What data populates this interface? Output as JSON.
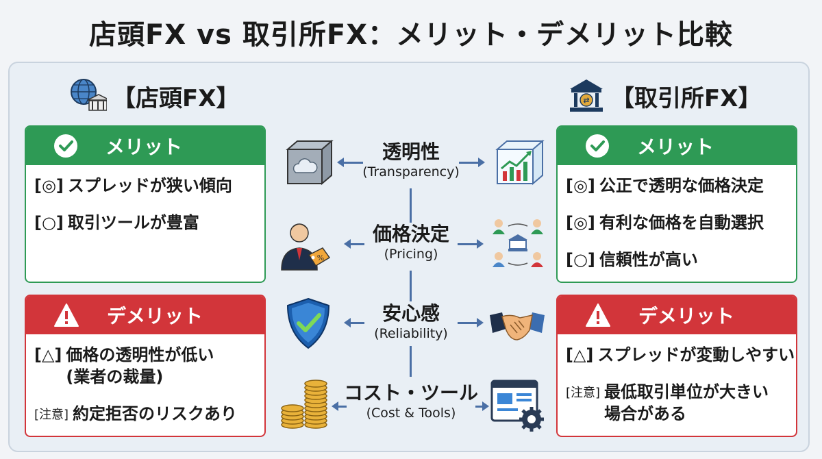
{
  "title": "店頭FX vs 取引所FX：メリット・デメリット比較",
  "left": {
    "heading": "【店頭FX】",
    "merit": {
      "label": "メリット",
      "items": [
        {
          "mark": "[◎]",
          "text": "スプレッドが狭い傾向"
        },
        {
          "mark": "[○]",
          "text": "取引ツールが豊富"
        }
      ]
    },
    "demerit": {
      "label": "デメリット",
      "items": [
        {
          "mark": "[△]",
          "text": "価格の透明性が低い\n(業者の裁量)"
        },
        {
          "mark": "[注意]",
          "text": "約定拒否のリスクあり"
        }
      ]
    }
  },
  "right": {
    "heading": "【取引所FX】",
    "merit": {
      "label": "メリット",
      "items": [
        {
          "mark": "[◎]",
          "text": "公正で透明な価格決定"
        },
        {
          "mark": "[◎]",
          "text": "有利な価格を自動選択"
        },
        {
          "mark": "[○]",
          "text": "信頼性が高い"
        }
      ]
    },
    "demerit": {
      "label": "デメリット",
      "items": [
        {
          "mark": "[△]",
          "text": "スプレッドが変動しやすい"
        },
        {
          "mark": "[注意]",
          "text": "最低取引単位が大きい\n場合がある"
        }
      ]
    }
  },
  "criteria": [
    {
      "jp": "透明性",
      "en": "(Transparency)",
      "left_icon": "cloudy-box-icon",
      "right_icon": "chart-box-icon"
    },
    {
      "jp": "価格決定",
      "en": "(Pricing)",
      "left_icon": "dealer-price-tag-icon",
      "right_icon": "exchange-network-icon"
    },
    {
      "jp": "安心感",
      "en": "(Reliability)",
      "left_icon": "shield-check-icon",
      "right_icon": "handshake-icon"
    },
    {
      "jp": "コスト・ツール",
      "en": "(Cost & Tools)",
      "left_icon": "coin-stack-icon",
      "right_icon": "tools-window-icon"
    }
  ],
  "colors": {
    "merit": "#2e9a55",
    "demerit": "#d2353a",
    "connector": "#4a6fa5"
  }
}
